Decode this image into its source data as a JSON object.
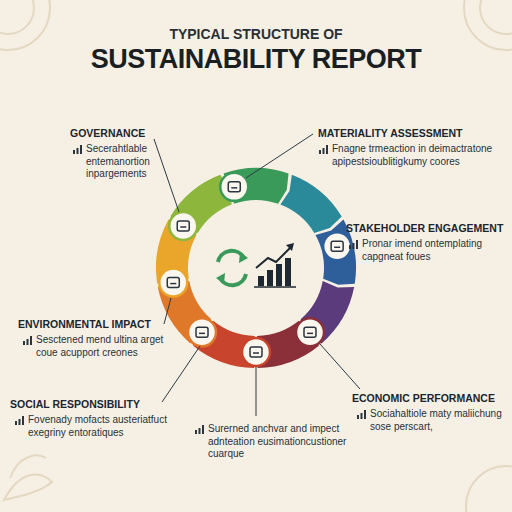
{
  "diagram": {
    "title": "SUSTAINABILITY REPORT",
    "nodes": [
      {
        "text": [
          "GOVERNANCE",
          "Secerahtlable entemanortion inpargements"
        ]
      },
      {
        "text": [
          "MATERIALITY ASSESSMENT",
          "Fnagne trmeaction in deimactratone apipestsioublitigkumy coores"
        ]
      },
      {
        "text": [
          "STAKEHOLDER ENGAGEMENT",
          "Pronar imend ontemplating capgneat foues"
        ]
      },
      {
        "text": [
          "ENVIRONMENTAL IMPACT",
          "Sesctened mend ultina arget coue acupport creones"
        ]
      },
      {
        "text": [
          "SOCIAL RESPONSIBILITY",
          "Fovenady mofacts austeriatfuct exegriny entoratiques"
        ]
      },
      {
        "text": [
          "Surerned anchvar and impect adnteation eusimationcustioner cuarque"
        ]
      },
      {
        "text": [
          "ECONOMIC PERFORMANCE",
          "Sociahaltiole maty maliichung sose perscart,"
        ]
      }
    ],
    "labels": [
      "TYPICAL STRUCTURE OF"
    ]
  }
}
